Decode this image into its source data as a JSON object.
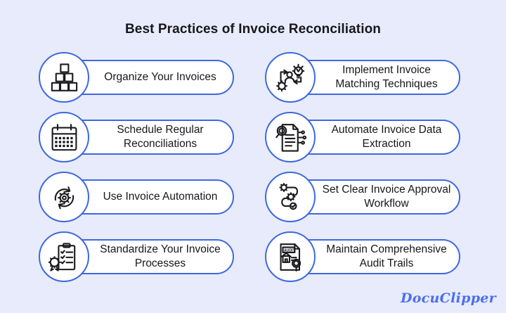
{
  "title": "Best Practices of Invoice Reconciliation",
  "brand": {
    "logo_text": "DocuClipper"
  },
  "colors": {
    "bg": "#E7EBFB",
    "accent": "#3E68E0",
    "ink": "#17171C",
    "logo": "#4C6EEE",
    "fill": "#FFFFFF"
  },
  "items": [
    {
      "label": "Organize Your Invoices",
      "icon": "boxes-pyramid-icon"
    },
    {
      "label": "Implement Invoice Matching Techniques",
      "icon": "person-idea-gear-icon"
    },
    {
      "label": "Schedule Regular Reconciliations",
      "icon": "calendar-icon"
    },
    {
      "label": "Automate Invoice Data Extraction",
      "icon": "document-scan-circuit-icon"
    },
    {
      "label": "Use Invoice Automation",
      "icon": "gear-sync-icon"
    },
    {
      "label": "Set Clear Invoice Approval Workflow",
      "icon": "workflow-steps-icon"
    },
    {
      "label": "Standardize Your Invoice Processes",
      "icon": "clipboard-badge-icon"
    },
    {
      "label": "Maintain Comprehensive Audit Trails",
      "icon": "audit-document-icon"
    }
  ]
}
